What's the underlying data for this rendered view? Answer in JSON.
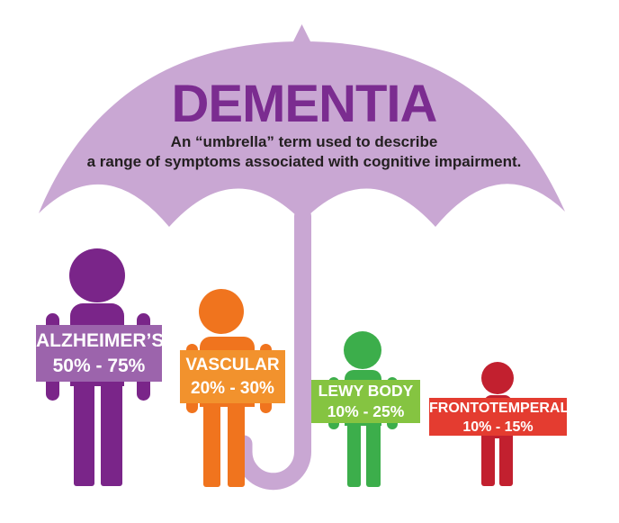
{
  "background_color": "#ffffff",
  "sign_text_color": "#ffffff",
  "umbrella": {
    "title": "DEMENTIA",
    "subtitle_line1": "An “umbrella” term used to describe",
    "subtitle_line2": "a range of symptoms associated with cognitive impairment.",
    "canopy_color": "#c9a7d3",
    "title_color": "#7b2c90",
    "subtitle_color": "#231f20"
  },
  "figures": [
    {
      "name": "ALZHEIMER’S",
      "range": "50% - 75%",
      "body_color": "#7a2589",
      "sign_color": "#9c64ac"
    },
    {
      "name": "VASCULAR",
      "range": "20% - 30%",
      "body_color": "#f0741e",
      "sign_color": "#f2922d"
    },
    {
      "name": "LEWY BODY",
      "range": "10% - 25%",
      "body_color": "#3cae4b",
      "sign_color": "#85c441"
    },
    {
      "name": "FRONTOTEMPERAL",
      "range": "10% - 15%",
      "body_color": "#c2202f",
      "sign_color": "#e43c30"
    }
  ]
}
